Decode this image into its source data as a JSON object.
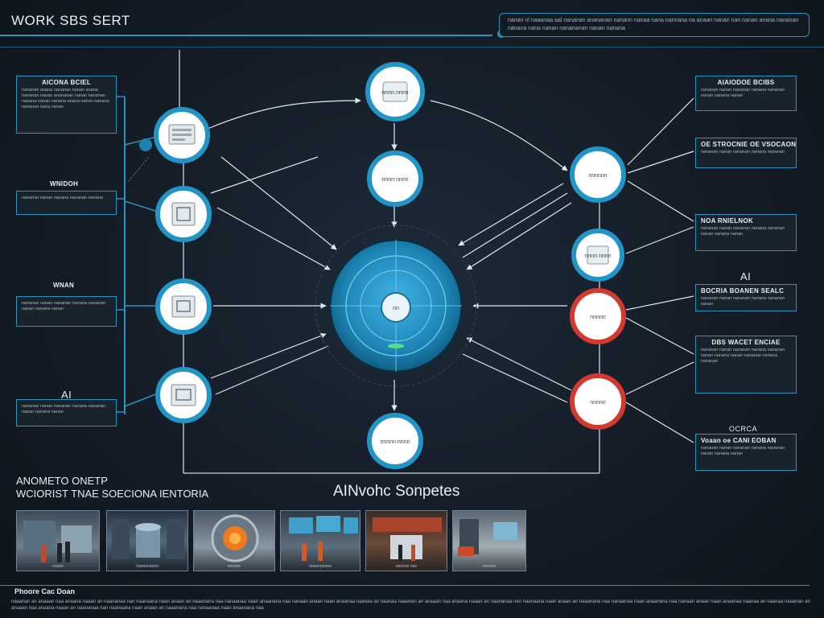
{
  "header": {
    "title": "WORK SBS SERT",
    "panel_text": "nanan nl naaanaa aal nananan anananan nanann nanaa nana nannana na anaan nanan nan nanan anana nananan nanana nana nanan nanananan nanan nanana"
  },
  "nodes": {
    "top": "nnnn nnnn",
    "upper_center": "nnnn nnnn",
    "hub": "nn",
    "bottom_center": "nnnnn nnnn",
    "right_1": "nnnnnn",
    "right_2": "nnnn nnnn",
    "right_red_1": "nnnnn",
    "right_red_2": "nnnnn"
  },
  "left_panels": [
    {
      "title": "AICONA BCIEL",
      "body": "nananan anana nananan nanan anana nananan nanan anananan nanan nananan nanana nanan nanana anana nanan nanana nananan nana nanan"
    },
    {
      "title": "WNIDOH",
      "body": "nananan nanan nanana nananan nanana"
    },
    {
      "title": "WNAN",
      "body": "nananan nanan nananan nanana nananan nanan nanana nanan"
    },
    {
      "title": "AI",
      "body": "nananan nanan nananan nanana nananan nanan nanana nanan"
    }
  ],
  "right_panels": [
    {
      "title": "AIAIODOE BCIBS",
      "body": "nananan nanan nananan nanana nananan nanan nanana nanan"
    },
    {
      "title": "OE STROCNIE OE VSOCAON",
      "body": "nananan nanan nananan nanana nananan"
    },
    {
      "title": "NOA RNIELNOK",
      "body": "nananan nanan nananan nanana nananan nanan nanana nanan"
    },
    {
      "title": "BOCRIA BOANEN SEALC",
      "body": "nananan nanan nananan nanana nananan nanan"
    },
    {
      "title": "DBS WACET ENCIAE",
      "body": "nananan nanan nananan nanana nananan nanan nanana nanan nananan nanana nananan"
    },
    {
      "title": "Voaan oe CANI EOBAN",
      "body": "nananan nanan nananan nanana nananan nanan nanana nanan"
    }
  ],
  "tags": {
    "ai_right": "AI",
    "ai_left": "AI",
    "ocrca": "OCRCA"
  },
  "bottom": {
    "heading": "ANOMETO ONETP",
    "subheading": "WCIORIST TNAE SOECIONA IENTORIA",
    "center_title": "AINvohc Sonpetes",
    "thumbnails": [
      {
        "caption": "nnnnn"
      },
      {
        "caption": "nnnnnnnnnn"
      },
      {
        "caption": "nnnnnn"
      },
      {
        "caption": "nnnnnnnnnn"
      },
      {
        "caption": "nnnnnn nnn"
      },
      {
        "caption": "nnnnnn"
      }
    ]
  },
  "footer": {
    "label": "Phoore Cac Doan",
    "text": "naaanan an anaaan naa anaana naaan an naananaa nan naanaana naan anaan an naaanana naa nanaanaa naan anaanana naa nanaan anaan naan anaanaa naanaa an naanaa naaanan an anaaan naa anaana naaan an naananaa nan naanaana naan anaan an naaanana naa nanaanaa naan anaanana naa nanaan anaan naan anaanaa naanaa an naanaa naaanan an anaaan naa anaana naaan an naananaa nan naanaana naan anaan an naaanana naa nanaanaa naan anaanana naa"
  },
  "colors": {
    "accent": "#2b93bf",
    "accent_light": "#3aa8d8",
    "alert": "#d23a2f",
    "background": "#141c26"
  }
}
